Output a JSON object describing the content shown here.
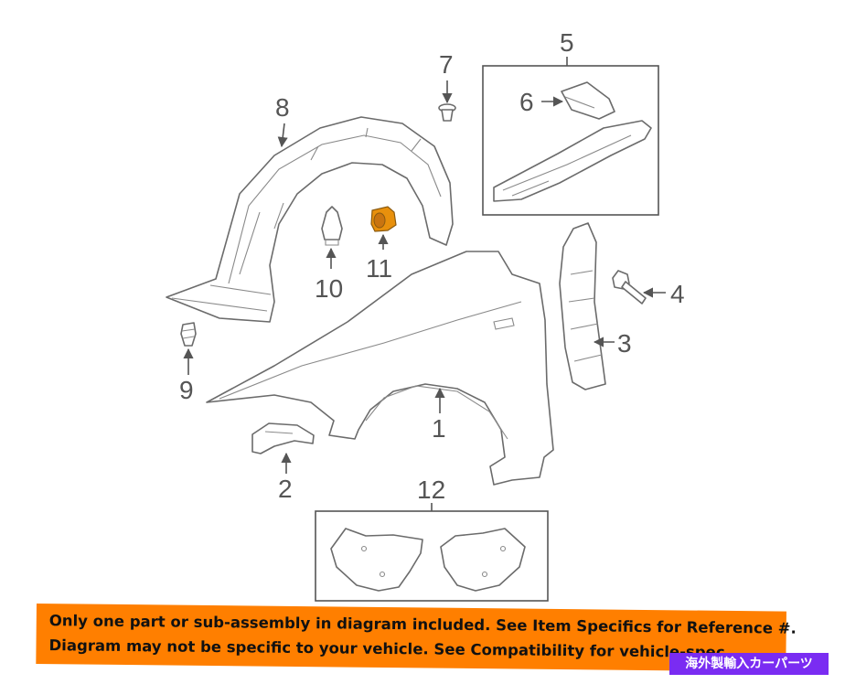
{
  "callouts": {
    "c1": "1",
    "c2": "2",
    "c3": "3",
    "c4": "4",
    "c5": "5",
    "c6": "6",
    "c7": "7",
    "c8": "8",
    "c9": "9",
    "c10": "10",
    "c11": "11",
    "c12": "12"
  },
  "highlight_color": "#e8900c",
  "banner": {
    "line1": "Only one part or sub-assembly in diagram included. See Item Specifics for Reference #.",
    "line2": "Diagram may not be specific to your vehicle. See Compatibility for vehicle-spec",
    "color": "#ff7f00"
  },
  "shop_badge": {
    "text": "海外製輸入カーパーツ",
    "color": "#7a2cf2"
  }
}
